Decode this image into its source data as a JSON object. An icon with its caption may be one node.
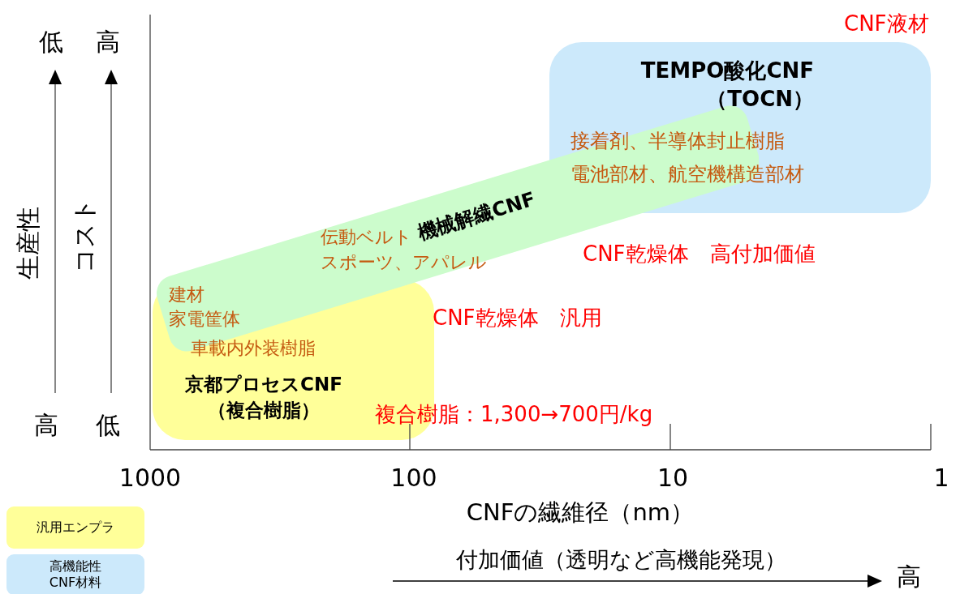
{
  "diagram": {
    "nodes": [
      {
        "text": [
          "TEMPO酸化CNF（TOCN）",
          "接着剤、半導体封止樹脂",
          "電池部材、航空機構造部材"
        ]
      },
      {
        "text": [
          "伝動ベルト",
          "機械解繊CNF",
          "スポーツ、アパレル"
        ]
      },
      {
        "text": [
          "建材",
          "家電筐体",
          "車載内外装樹脂",
          "京都プロセスCNF（複合樹脂）"
        ]
      }
    ],
    "labels": [
      "CNF液材",
      "低",
      "高",
      "生産性",
      "コスト",
      "CNF乾燥体　高付加価値",
      "CNF乾燥体　汎用",
      "高",
      "低",
      "複合樹脂：1,300→700円/kg",
      "1000",
      "100",
      "10",
      "1",
      "CNFの繊維径（nm）",
      "付加価値（透明など高機能発現）",
      "高"
    ],
    "legend": [
      {
        "text": "汎用エンプラ",
        "color": "#ffff99"
      },
      {
        "text": "高機能性CNF材料",
        "color": "#cce9fb"
      }
    ]
  }
}
